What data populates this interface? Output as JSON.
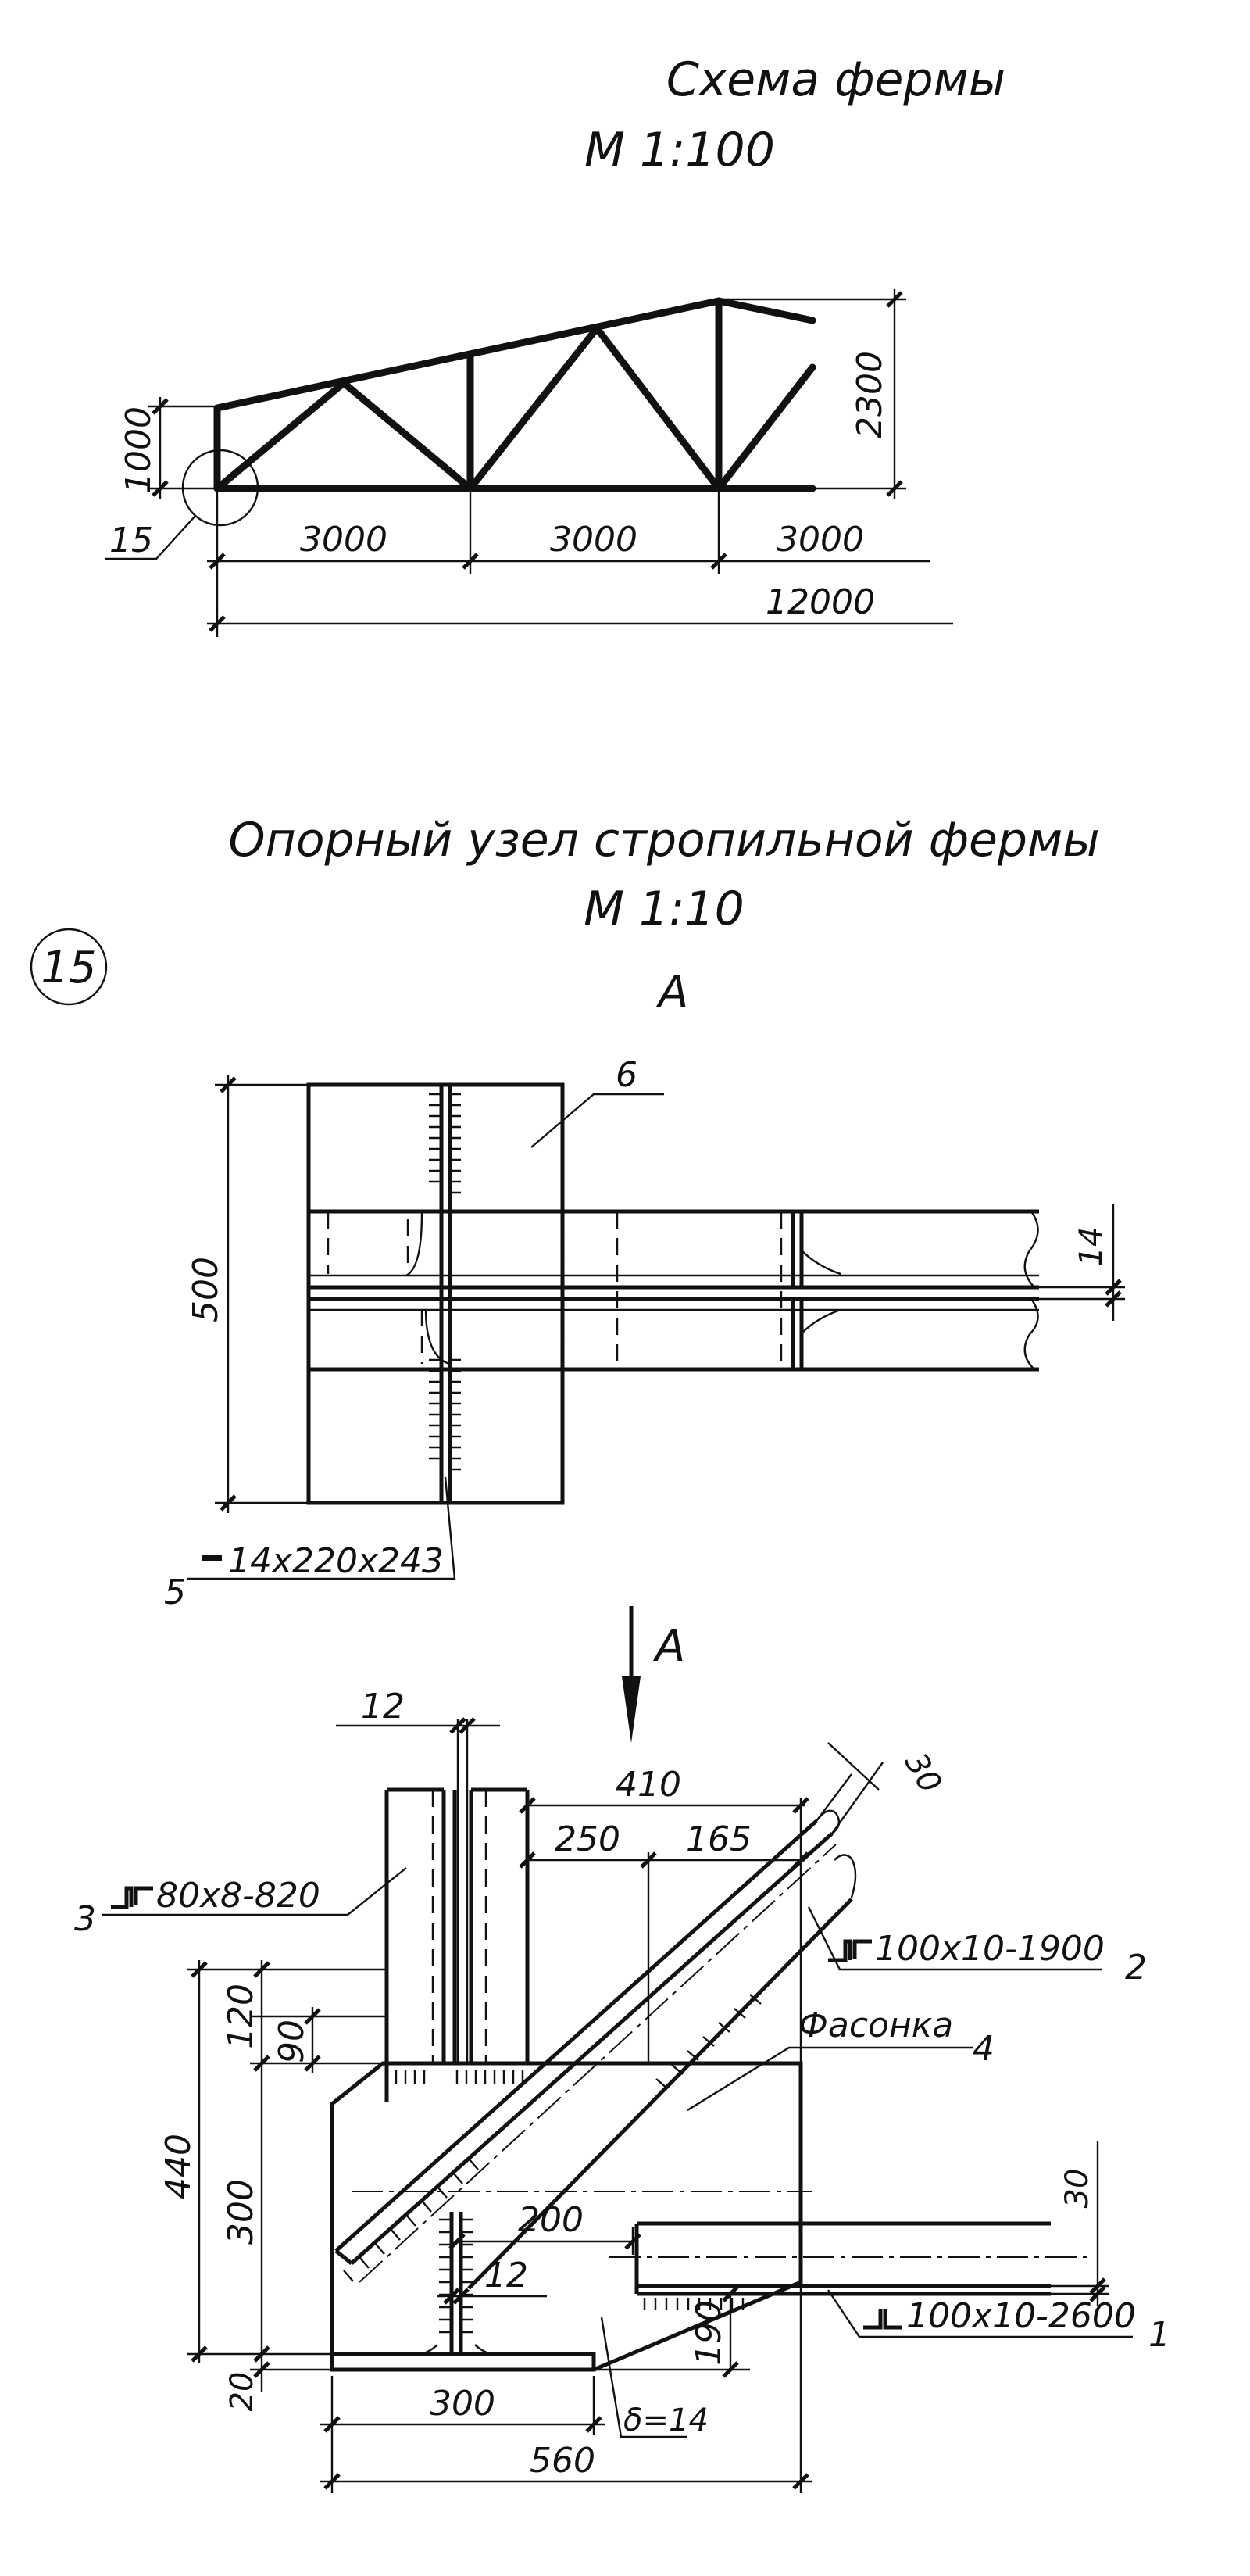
{
  "truss_scheme": {
    "title": "Схема фермы",
    "scale": "М 1:100",
    "dims": {
      "height_left": "1000",
      "height_right": "2300",
      "panel_1": "3000",
      "panel_2": "3000",
      "panel_3": "3000",
      "total": "12000"
    },
    "node_callout": "15"
  },
  "support_node": {
    "title": "Опорный узел стропильной фермы",
    "scale": "М 1:10",
    "node_number": "15",
    "view_a_label": "А",
    "arrow_label": "А"
  },
  "view_a": {
    "dim_height": "500",
    "dim_gap": "14",
    "callout_6": "6",
    "callout_5_number": "5",
    "callout_5_text": "14х220х243"
  },
  "elevation": {
    "dim_12_top": "12",
    "dim_410": "410",
    "dim_250": "250",
    "dim_165": "165",
    "dim_30_diag": "30",
    "dim_120": "120",
    "dim_90": "90",
    "dim_440": "440",
    "dim_300_vert": "300",
    "dim_200": "200",
    "dim_12_bottom": "12",
    "dim_190": "190",
    "dim_20": "20",
    "dim_300_horiz": "300",
    "dim_560": "560",
    "dim_30_right": "30",
    "thickness": "δ=14",
    "callout_3_number": "3",
    "callout_3_text": "80х8-820",
    "callout_2_number": "2",
    "callout_2_text": "100х10-1900",
    "callout_4_label": "Фасонка",
    "callout_4_number": "4",
    "callout_1_number": "1",
    "callout_1_text": "100х10-2600"
  }
}
